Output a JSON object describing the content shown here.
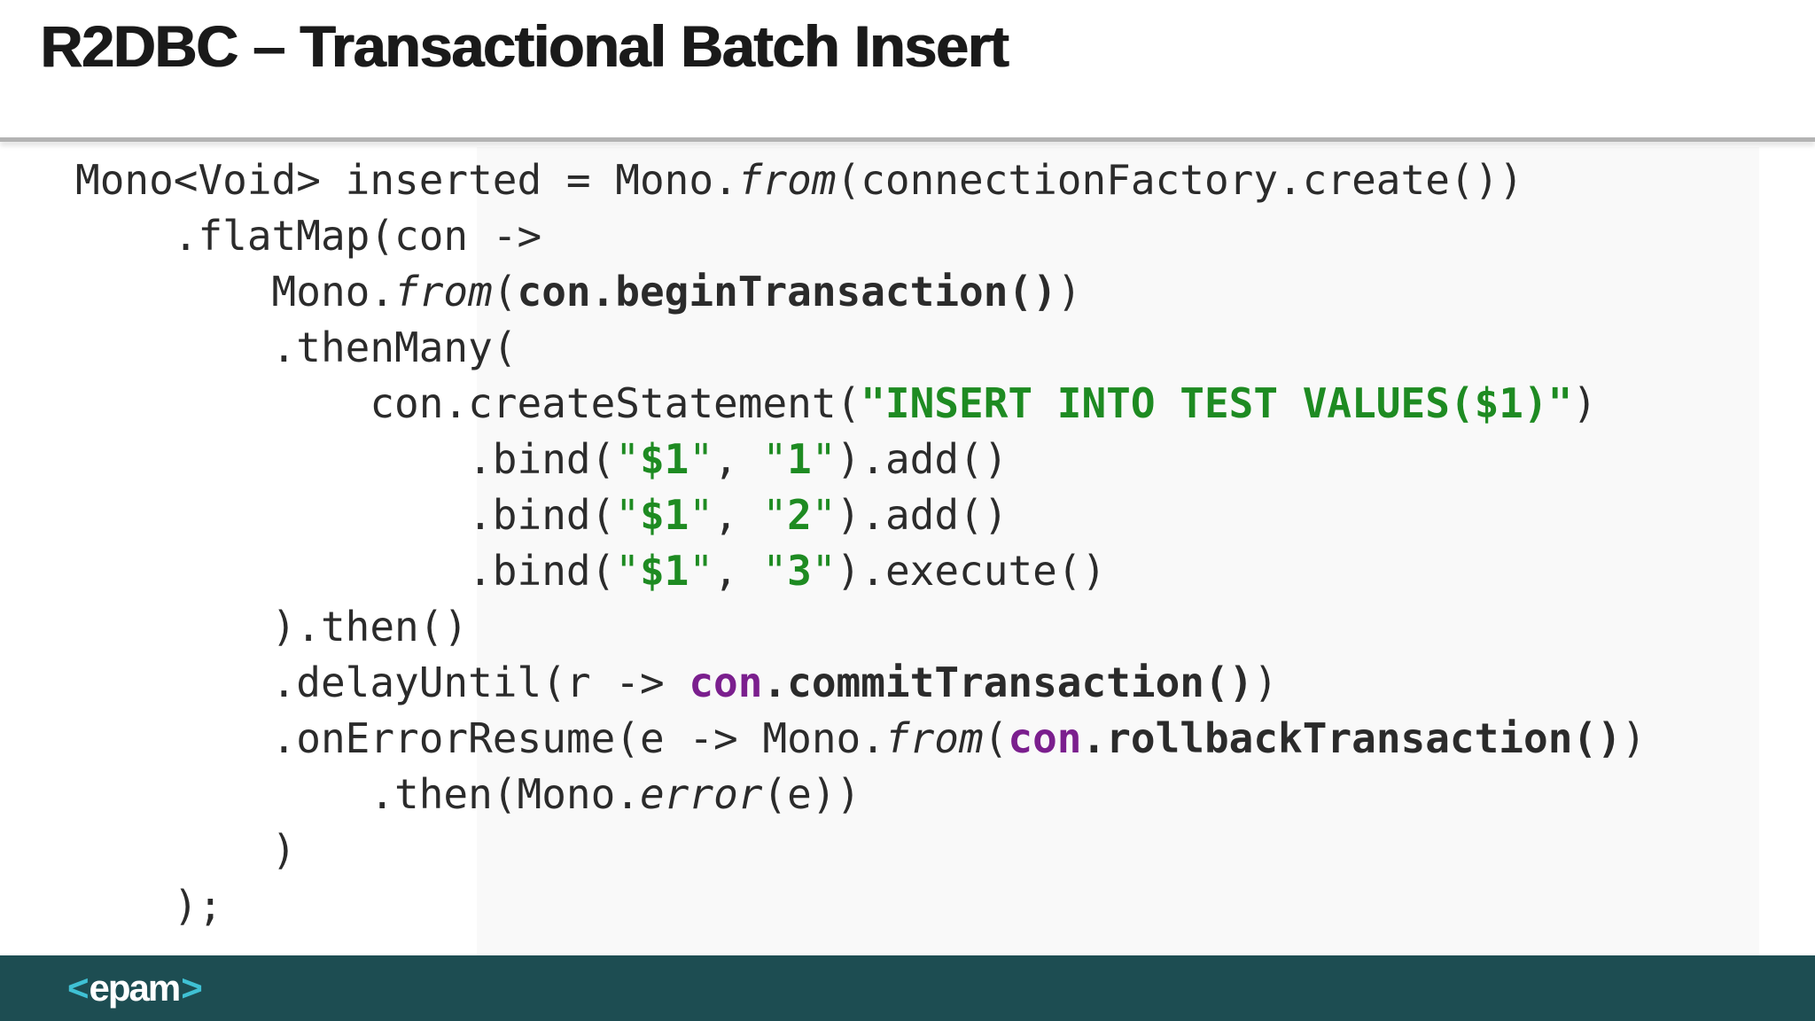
{
  "slide": {
    "title": "R2DBC – Transactional Batch Insert"
  },
  "footer": {
    "logo": {
      "left_bracket": "<",
      "text": "epam",
      "right_bracket": ">"
    }
  },
  "colors": {
    "code_default": "#2b2b2b",
    "string_green": "#1e8b22",
    "variable_purple": "#7b1f8e",
    "footer_teal": "#1d4d52",
    "logo_cyan": "#3fc1d4",
    "divider_gray": "#b3b3b3",
    "title_black": "#1a1a1a"
  },
  "code": {
    "language": "java",
    "lines": [
      {
        "segments": [
          {
            "style": "p",
            "text": "Mono<Void> inserted = Mono."
          },
          {
            "style": "i",
            "text": "from"
          },
          {
            "style": "p",
            "text": "(connectionFactory.create())"
          }
        ]
      },
      {
        "segments": [
          {
            "style": "p",
            "text": "    .flatMap(con ->"
          }
        ]
      },
      {
        "segments": [
          {
            "style": "p",
            "text": "        Mono."
          },
          {
            "style": "i",
            "text": "from"
          },
          {
            "style": "p",
            "text": "("
          },
          {
            "style": "b",
            "text": "con.beginTransaction()"
          },
          {
            "style": "p",
            "text": ")"
          }
        ]
      },
      {
        "segments": [
          {
            "style": "p",
            "text": "        .thenMany("
          }
        ]
      },
      {
        "segments": [
          {
            "style": "p",
            "text": "            con.createStatement("
          },
          {
            "style": "gb",
            "text": "\"INSERT INTO TEST VALUES($1)\""
          },
          {
            "style": "p",
            "text": ")"
          }
        ]
      },
      {
        "segments": [
          {
            "style": "p",
            "text": "                .bind("
          },
          {
            "style": "g",
            "text": "\""
          },
          {
            "style": "gb",
            "text": "$1"
          },
          {
            "style": "g",
            "text": "\""
          },
          {
            "style": "p",
            "text": ", "
          },
          {
            "style": "g",
            "text": "\""
          },
          {
            "style": "gb",
            "text": "1"
          },
          {
            "style": "g",
            "text": "\""
          },
          {
            "style": "p",
            "text": ").add()"
          }
        ]
      },
      {
        "segments": [
          {
            "style": "p",
            "text": "                .bind("
          },
          {
            "style": "g",
            "text": "\""
          },
          {
            "style": "gb",
            "text": "$1"
          },
          {
            "style": "g",
            "text": "\""
          },
          {
            "style": "p",
            "text": ", "
          },
          {
            "style": "g",
            "text": "\""
          },
          {
            "style": "gb",
            "text": "2"
          },
          {
            "style": "g",
            "text": "\""
          },
          {
            "style": "p",
            "text": ").add()"
          }
        ]
      },
      {
        "segments": [
          {
            "style": "p",
            "text": "                .bind("
          },
          {
            "style": "g",
            "text": "\""
          },
          {
            "style": "gb",
            "text": "$1"
          },
          {
            "style": "g",
            "text": "\""
          },
          {
            "style": "p",
            "text": ", "
          },
          {
            "style": "g",
            "text": "\""
          },
          {
            "style": "gb",
            "text": "3"
          },
          {
            "style": "g",
            "text": "\""
          },
          {
            "style": "p",
            "text": ").execute()"
          }
        ]
      },
      {
        "segments": [
          {
            "style": "p",
            "text": "        ).then()"
          }
        ]
      },
      {
        "segments": [
          {
            "style": "p",
            "text": "        .delayUntil(r -> "
          },
          {
            "style": "vb",
            "text": "con"
          },
          {
            "style": "b",
            "text": ".commitTransaction()"
          },
          {
            "style": "p",
            "text": ")"
          }
        ]
      },
      {
        "segments": [
          {
            "style": "p",
            "text": "        .onErrorResume(e -> Mono."
          },
          {
            "style": "i",
            "text": "from"
          },
          {
            "style": "p",
            "text": "("
          },
          {
            "style": "vb",
            "text": "con"
          },
          {
            "style": "b",
            "text": ".rollbackTransaction()"
          },
          {
            "style": "p",
            "text": ")"
          }
        ]
      },
      {
        "segments": [
          {
            "style": "p",
            "text": "            .then(Mono."
          },
          {
            "style": "i",
            "text": "error"
          },
          {
            "style": "p",
            "text": "(e))"
          }
        ]
      },
      {
        "segments": [
          {
            "style": "p",
            "text": "        )"
          }
        ]
      },
      {
        "segments": [
          {
            "style": "p",
            "text": "    );"
          }
        ]
      }
    ]
  }
}
